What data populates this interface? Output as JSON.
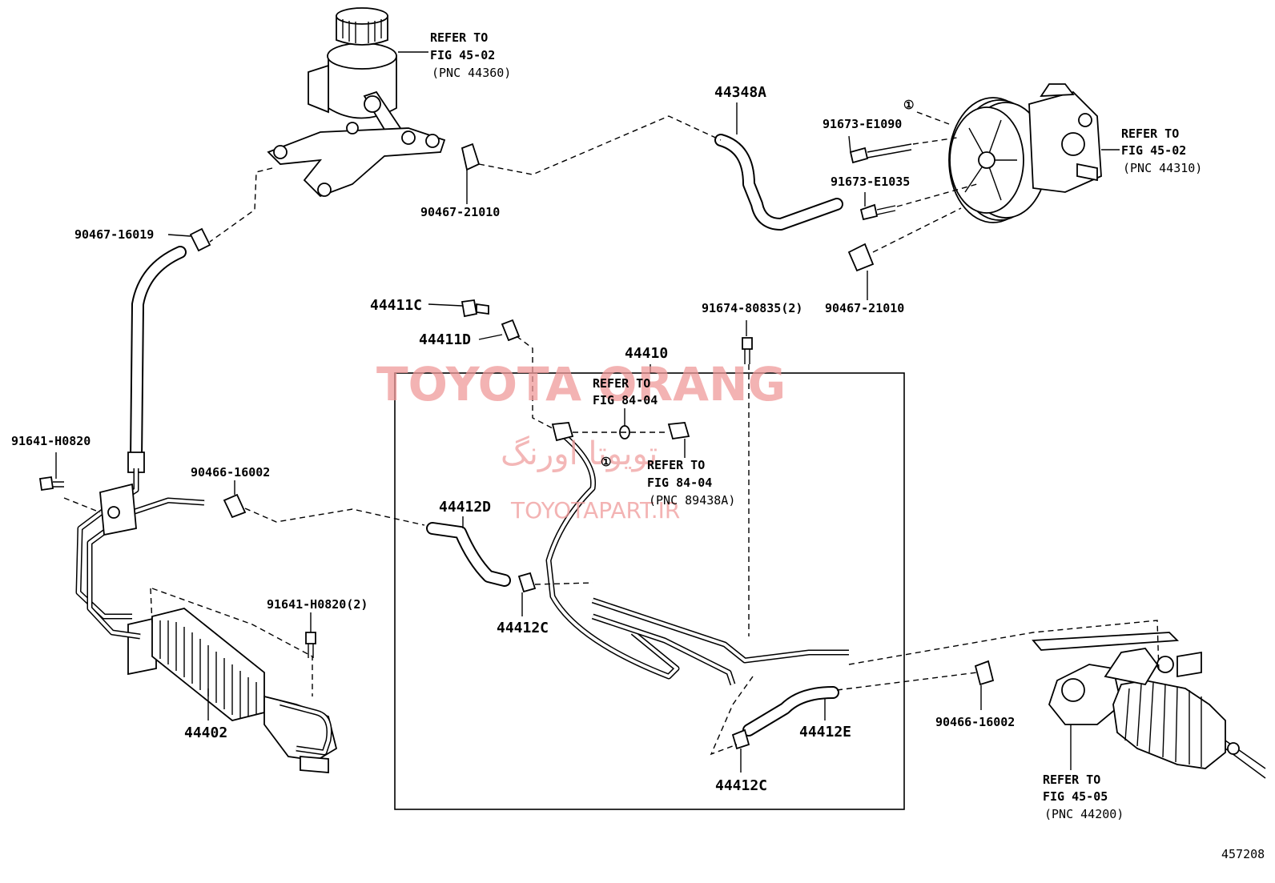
{
  "labels": {
    "refer_reservoir": [
      "REFER TO",
      "FIG 45-02",
      "(PNC 44360)"
    ],
    "refer_pump": [
      "REFER TO",
      "FIG 45-02",
      "(PNC 44310)"
    ],
    "refer_sensor_top": [
      "REFER TO",
      "FIG 84-04"
    ],
    "refer_sensor_bottom": [
      "REFER TO",
      "FIG 84-04",
      "(PNC 89438A)"
    ],
    "refer_gear": [
      "REFER TO",
      "FIG 45-05",
      "(PNC 44200)"
    ],
    "p44348A": "44348A",
    "p91673_E1090": "91673-E1090",
    "p91673_E1035": "91673-E1035",
    "p90467_21010_top": "90467-21010",
    "p90467_21010_right": "90467-21010",
    "p90467_16019": "90467-16019",
    "p91674_80835": "91674-80835(2)",
    "p44411C": "44411C",
    "p44411D": "44411D",
    "p44410": "44410",
    "p91641_H0820": "91641-H0820",
    "p90466_16002_left": "90466-16002",
    "p44412D": "44412D",
    "p44412C_left": "44412C",
    "p91641_H0820_2": "91641-H0820(2)",
    "p44402": "44402",
    "p44412E": "44412E",
    "p44412C_bottom": "44412C",
    "p90466_16002_right": "90466-16002",
    "circle_1": "①",
    "figure_id": "457208"
  },
  "watermark": {
    "brand": "TOYOTA ORANG",
    "persian": "تویوتا اورنگ",
    "site": "TOYOTAPART.IR",
    "color": "#ef9a9a"
  }
}
